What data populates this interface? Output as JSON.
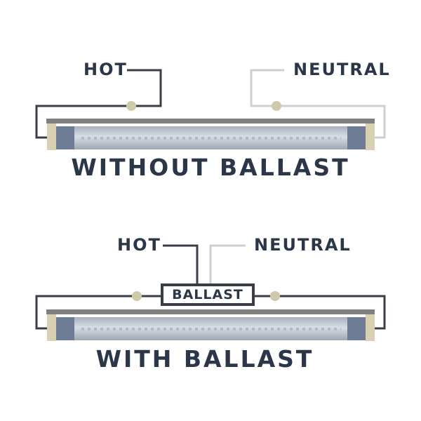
{
  "top": {
    "hot_label": "HOT",
    "neutral_label": "NEUTRAL",
    "title": "WITHOUT BALLAST"
  },
  "bottom": {
    "hot_label": "HOT",
    "neutral_label": "NEUTRAL",
    "ballast_label": "BALLAST",
    "title": "WITH BALLAST"
  },
  "colors": {
    "text": "#2b3748",
    "hot_wire": "#3a3f47",
    "neutral_wire": "#cfcfcf",
    "connector": "#cfc9ac",
    "tube_body": "#b9bfc9",
    "tube_cap": "#6d7b94",
    "end_cap": "#d8d0b0",
    "top_bar": "#7f7f7f"
  }
}
